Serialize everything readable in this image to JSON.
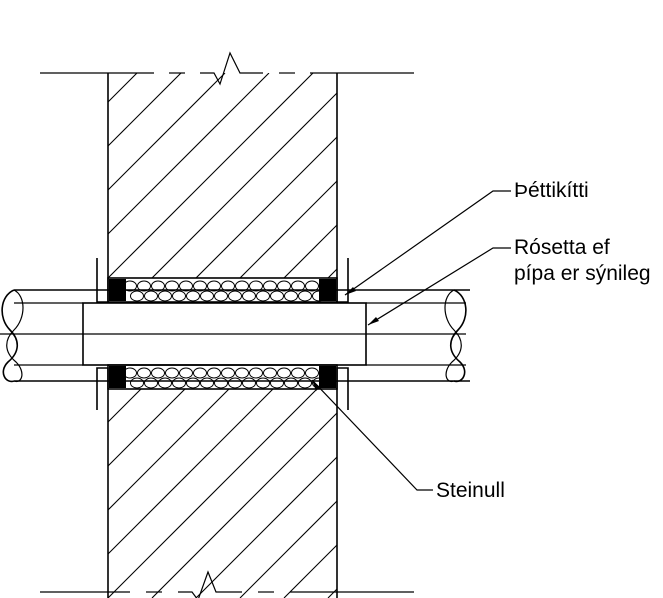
{
  "labels": {
    "sealant": "Þéttikítti",
    "rosette_line1": "Rósetta ef",
    "rosette_line2": "pípa er sýnileg",
    "mineral_wool": "Steinull"
  },
  "colors": {
    "line": "#000000",
    "background": "#ffffff",
    "sealant_fill": "#000000"
  }
}
